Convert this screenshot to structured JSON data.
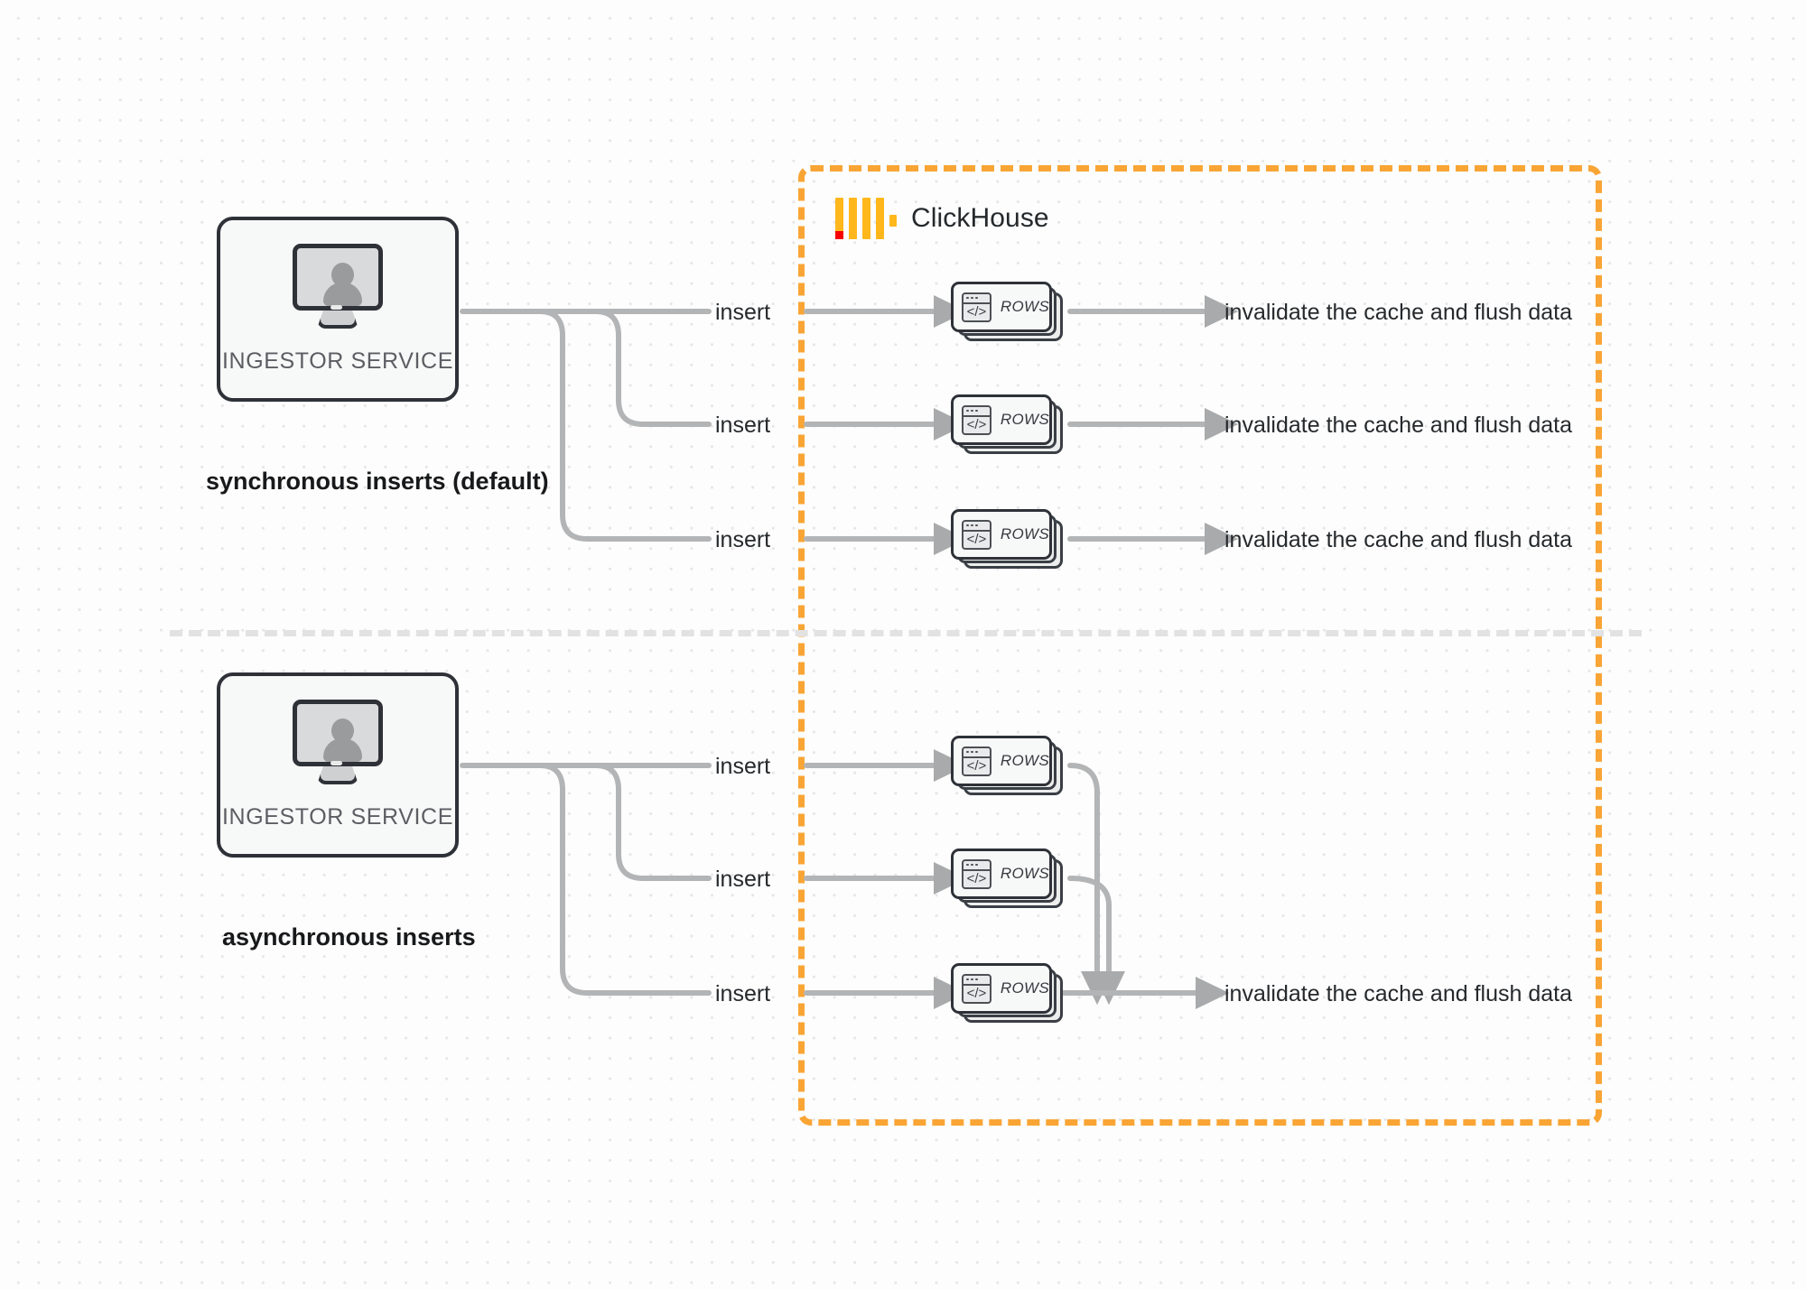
{
  "diagram": {
    "title": "ClickHouse synchronous vs asynchronous inserts",
    "colors": {
      "brand_orange": "#ffb71b",
      "container_dash": "#f9a535",
      "wire_gray": "#b0b1b2",
      "box_border": "#2e3238",
      "separator_gray": "#e2e2e2",
      "logo_red": "#f90000"
    }
  },
  "clickhouse": {
    "brand_name": "ClickHouse",
    "logo_icon": "clickhouse-logo-icon"
  },
  "groups": [
    {
      "id": "synchronous",
      "caption": "synchronous inserts (default)",
      "service": {
        "label": "INGESTOR SERVICE",
        "icon": "monitor-user-icon"
      },
      "rows": [
        {
          "insert_label": "insert",
          "card_label": "ROWS",
          "card_icon": "code-window-icon",
          "sink_label": "invalidate the cache and flush data"
        },
        {
          "insert_label": "insert",
          "card_label": "ROWS",
          "card_icon": "code-window-icon",
          "sink_label": "invalidate the cache and flush data"
        },
        {
          "insert_label": "insert",
          "card_label": "ROWS",
          "card_icon": "code-window-icon",
          "sink_label": "invalidate the cache and flush data"
        }
      ]
    },
    {
      "id": "asynchronous",
      "caption": "asynchronous inserts",
      "service": {
        "label": "INGESTOR SERVICE",
        "icon": "monitor-user-icon"
      },
      "rows": [
        {
          "insert_label": "insert",
          "card_label": "ROWS",
          "card_icon": "code-window-icon",
          "sink_label": ""
        },
        {
          "insert_label": "insert",
          "card_label": "ROWS",
          "card_icon": "code-window-icon",
          "sink_label": ""
        },
        {
          "insert_label": "insert",
          "card_label": "ROWS",
          "card_icon": "code-window-icon",
          "sink_label": "invalidate the cache and flush data"
        }
      ]
    }
  ]
}
